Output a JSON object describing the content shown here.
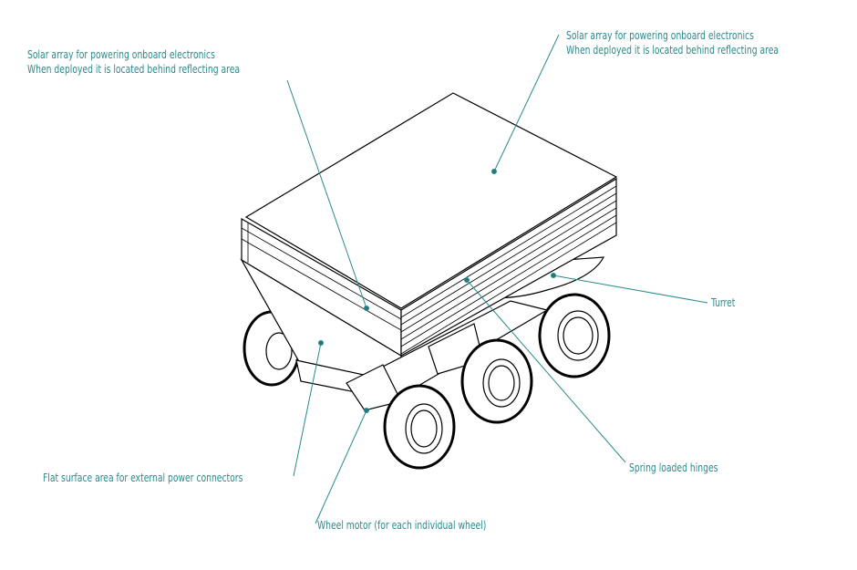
{
  "labels": {
    "solar_left": {
      "line1": "Solar array for powering onboard electronics",
      "line2": "When deployed it is located behind reflecting area"
    },
    "solar_right": {
      "line1": "Solar array for powering onboard electronics",
      "line2": "When deployed it is located behind reflecting area"
    },
    "turret": "Turret",
    "hinges": "Spring loaded hinges",
    "flat_surface": "Flat surface area for external power connectors",
    "wheel_motor": "Wheel motor (for each individual wheel)"
  },
  "colors": {
    "annotation": "#2b8a8c",
    "drawing": "#000000"
  }
}
